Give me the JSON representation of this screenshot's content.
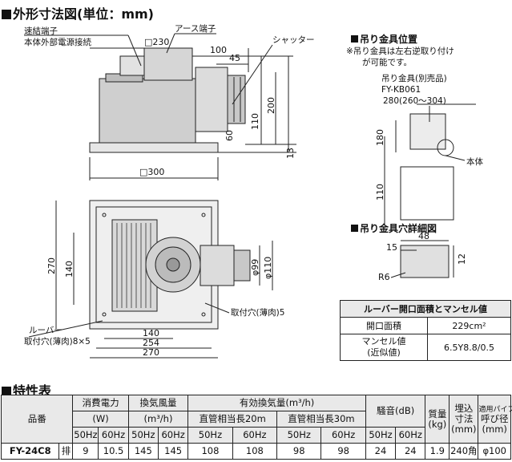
{
  "titles": {
    "outline": "外形寸法図(単位：mm)",
    "hanger_pos": "吊り金具位置",
    "hanger_hole": "吊り金具穴詳細図",
    "louver": "ルーバー開口面積とマンセル値",
    "spec": "特性表"
  },
  "labels": {
    "terminal_1": "速結端子",
    "terminal_2": "本体外部電源接続",
    "earth": "アース端子",
    "shutter": "シャッター",
    "louver": "ルーバー",
    "mount_hole_8": "取付穴(薄肉)8×5",
    "mount_hole_5": "取付穴(薄肉)5",
    "note_1": "※吊り金具は左右逆取り付け",
    "note_2": "が可能です。",
    "bracket": "吊り金具(別売品)",
    "bracket_model": "FY-KB061",
    "bracket_size": "280(260～304)",
    "body": "本体"
  },
  "dims": {
    "d230": "□230",
    "d100": "100",
    "d45": "45",
    "d200": "200",
    "d110": "110",
    "d60": "60",
    "d13": "13",
    "d300": "□300",
    "d270v": "270",
    "d140v": "140",
    "d99": "φ99",
    "dphi110": "φ110",
    "d140h": "140",
    "d254": "254",
    "d270h": "270",
    "d180": "180",
    "d110b": "110",
    "d48": "48",
    "d15": "15",
    "d12": "12",
    "r6": "R6"
  },
  "louver_table": {
    "header": "ルーバー開口面積とマンセル値",
    "rows": [
      {
        "label": "開口面積",
        "value": "229cm²"
      },
      {
        "label": "マンセル値\n(近似値)",
        "value": "6.5Y8.8/0.5"
      }
    ]
  },
  "spec_table": {
    "headers": {
      "model": "品番",
      "power": "消費電力",
      "power_unit": "(W)",
      "airflow": "換気風量",
      "airflow_unit": "(m³/h)",
      "effective": "有効換気量(m³/h)",
      "duct20": "直管相当長20m",
      "duct30": "直管相当長30m",
      "noise": "騒音(dB)",
      "mass": "質量",
      "mass_unit": "(kg)",
      "embed": "埋込",
      "embed2": "寸法",
      "embed_unit": "(mm)",
      "pipe": "適用パイプ",
      "pipe2": "呼び径",
      "pipe_unit": "(mm)",
      "hz50": "50Hz",
      "hz60": "60Hz"
    },
    "row": {
      "model": "FY-24C8",
      "type": "排",
      "p50": "9",
      "p60": "10.5",
      "a50": "145",
      "a60": "145",
      "e20_50": "108",
      "e20_60": "108",
      "e30_50": "98",
      "e30_60": "98",
      "n50": "24",
      "n60": "24",
      "mass": "1.9",
      "embed": "240角",
      "pipe": "φ100"
    }
  }
}
